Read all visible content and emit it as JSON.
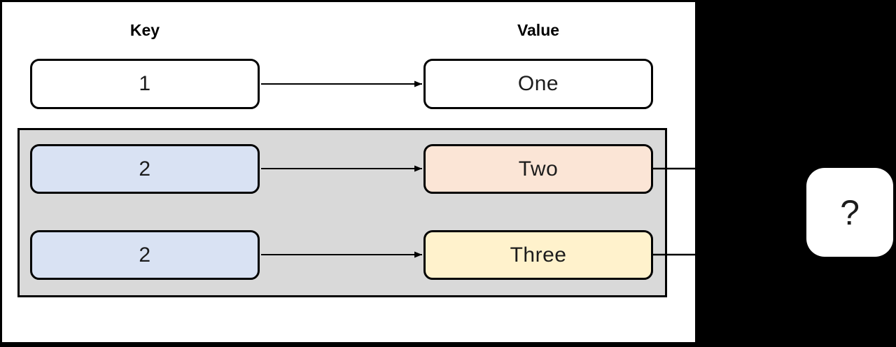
{
  "table": {
    "key_header": "Key",
    "value_header": "Value",
    "rows": [
      {
        "key": "1",
        "value": "One"
      },
      {
        "key": "2",
        "value": "Two"
      },
      {
        "key": "2",
        "value": "Three"
      }
    ]
  },
  "unknown": {
    "label": "?"
  },
  "colors": {
    "background": "#000000",
    "panel": "#ffffff",
    "group_fill": "#d9d9d9",
    "duplicate_key_fill": "#d9e2f3",
    "value_two_fill": "#fbe5d6",
    "value_three_fill": "#fff2cc",
    "stroke": "#000000",
    "text": "#1c1c1c"
  }
}
